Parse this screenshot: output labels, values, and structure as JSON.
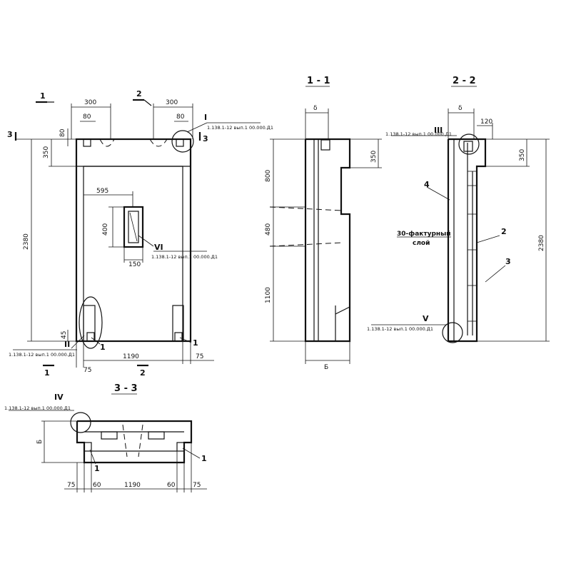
{
  "sections": {
    "s11": "1 - 1",
    "s22": "2 - 2",
    "s33": "3 - 3"
  },
  "cut_markers": {
    "c1": "1",
    "c2": "2",
    "c3": "3"
  },
  "nodes": {
    "I": "I",
    "II": "II",
    "III": "III",
    "IV": "IV",
    "V": "V",
    "VI": "VI"
  },
  "refs": {
    "r1": "1.138.1-12 вып.1 00.000.Д1"
  },
  "positions": {
    "p1": "1",
    "p2": "2",
    "p3": "3",
    "p4": "4"
  },
  "dims": {
    "d300": "300",
    "d80": "80",
    "d350": "350",
    "d2380": "2380",
    "d595": "595",
    "d400": "400",
    "d150": "150",
    "d1190": "1190",
    "d75": "75",
    "d60": "60",
    "d45": "45",
    "d800": "800",
    "d480": "480",
    "d1100": "1100",
    "d120": "120",
    "delta": "δ",
    "B": "Б"
  },
  "notes": {
    "layer1": "30-фактурный",
    "layer2": "слой"
  }
}
